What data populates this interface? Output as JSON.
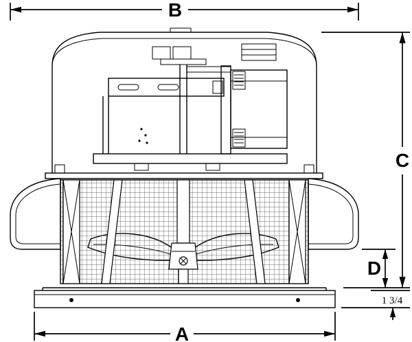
{
  "background": "#ffffff",
  "line_color": "#000000",
  "dimension_labels": {
    "b": "B",
    "c": "C",
    "d": "D",
    "a": "A",
    "base_height": "1 3/4"
  }
}
